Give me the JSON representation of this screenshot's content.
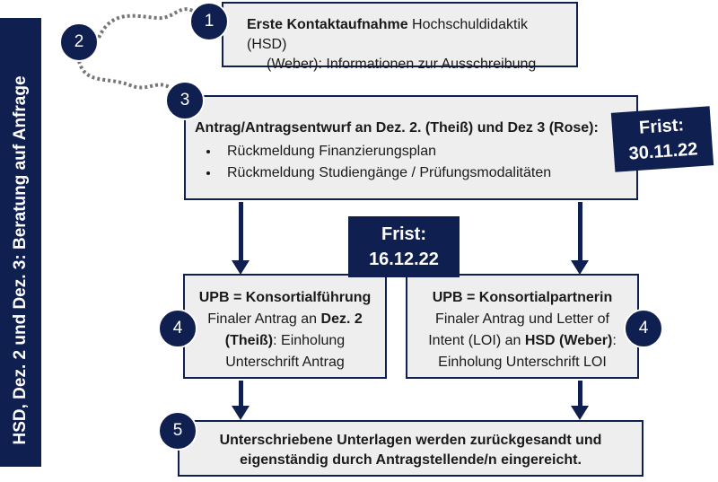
{
  "sidebar": {
    "text": "HSD, Dez. 2 und Dez. 3: Beratung auf Anfrage"
  },
  "step1": {
    "number": "1",
    "bold": "Erste Kontaktaufnahme",
    "text_rest": " Hochschuldidaktik (HSD)",
    "line2": "(Weber): Informationen zur Ausschreibung"
  },
  "step2": {
    "number": "2"
  },
  "step3": {
    "number": "3",
    "heading": "Antrag/Antragsentwurf an Dez. 2. (Theiß) und Dez 3 (Rose):",
    "bullets": [
      "Rückmeldung Finanzierungsplan",
      "Rückmeldung Studiengänge / Prüfungsmodalitäten"
    ]
  },
  "frist1": {
    "label": "Frist:",
    "date": "30.11.22"
  },
  "frist2": {
    "label": "Frist:",
    "date": "16.12.22"
  },
  "step4_left": {
    "number": "4",
    "title": "UPB = Konsortialführung",
    "line_a": "Finaler Antrag an ",
    "line_a_bold": "Dez. 2",
    "line_b_bold": "(Theiß)",
    "line_b": ": Einholung",
    "line_c": "Unterschrift Antrag"
  },
  "step4_right": {
    "number": "4",
    "title": "UPB = Konsortialpartnerin",
    "line_a": "Finaler Antrag und Letter of",
    "line_b": "Intent (LOI) an ",
    "line_b_bold": "HSD (Weber)",
    "line_b_end": ":",
    "line_c": "Einholung Unterschrift LOI"
  },
  "step5": {
    "number": "5",
    "line1": "Unterschriebene Unterlagen werden zurückgesandt und",
    "line2": "eigenständig durch Antragstellende/n eingereicht."
  },
  "colors": {
    "navy": "#0f1f4f",
    "box_fill": "#eeeeee",
    "connector": "#777777"
  }
}
